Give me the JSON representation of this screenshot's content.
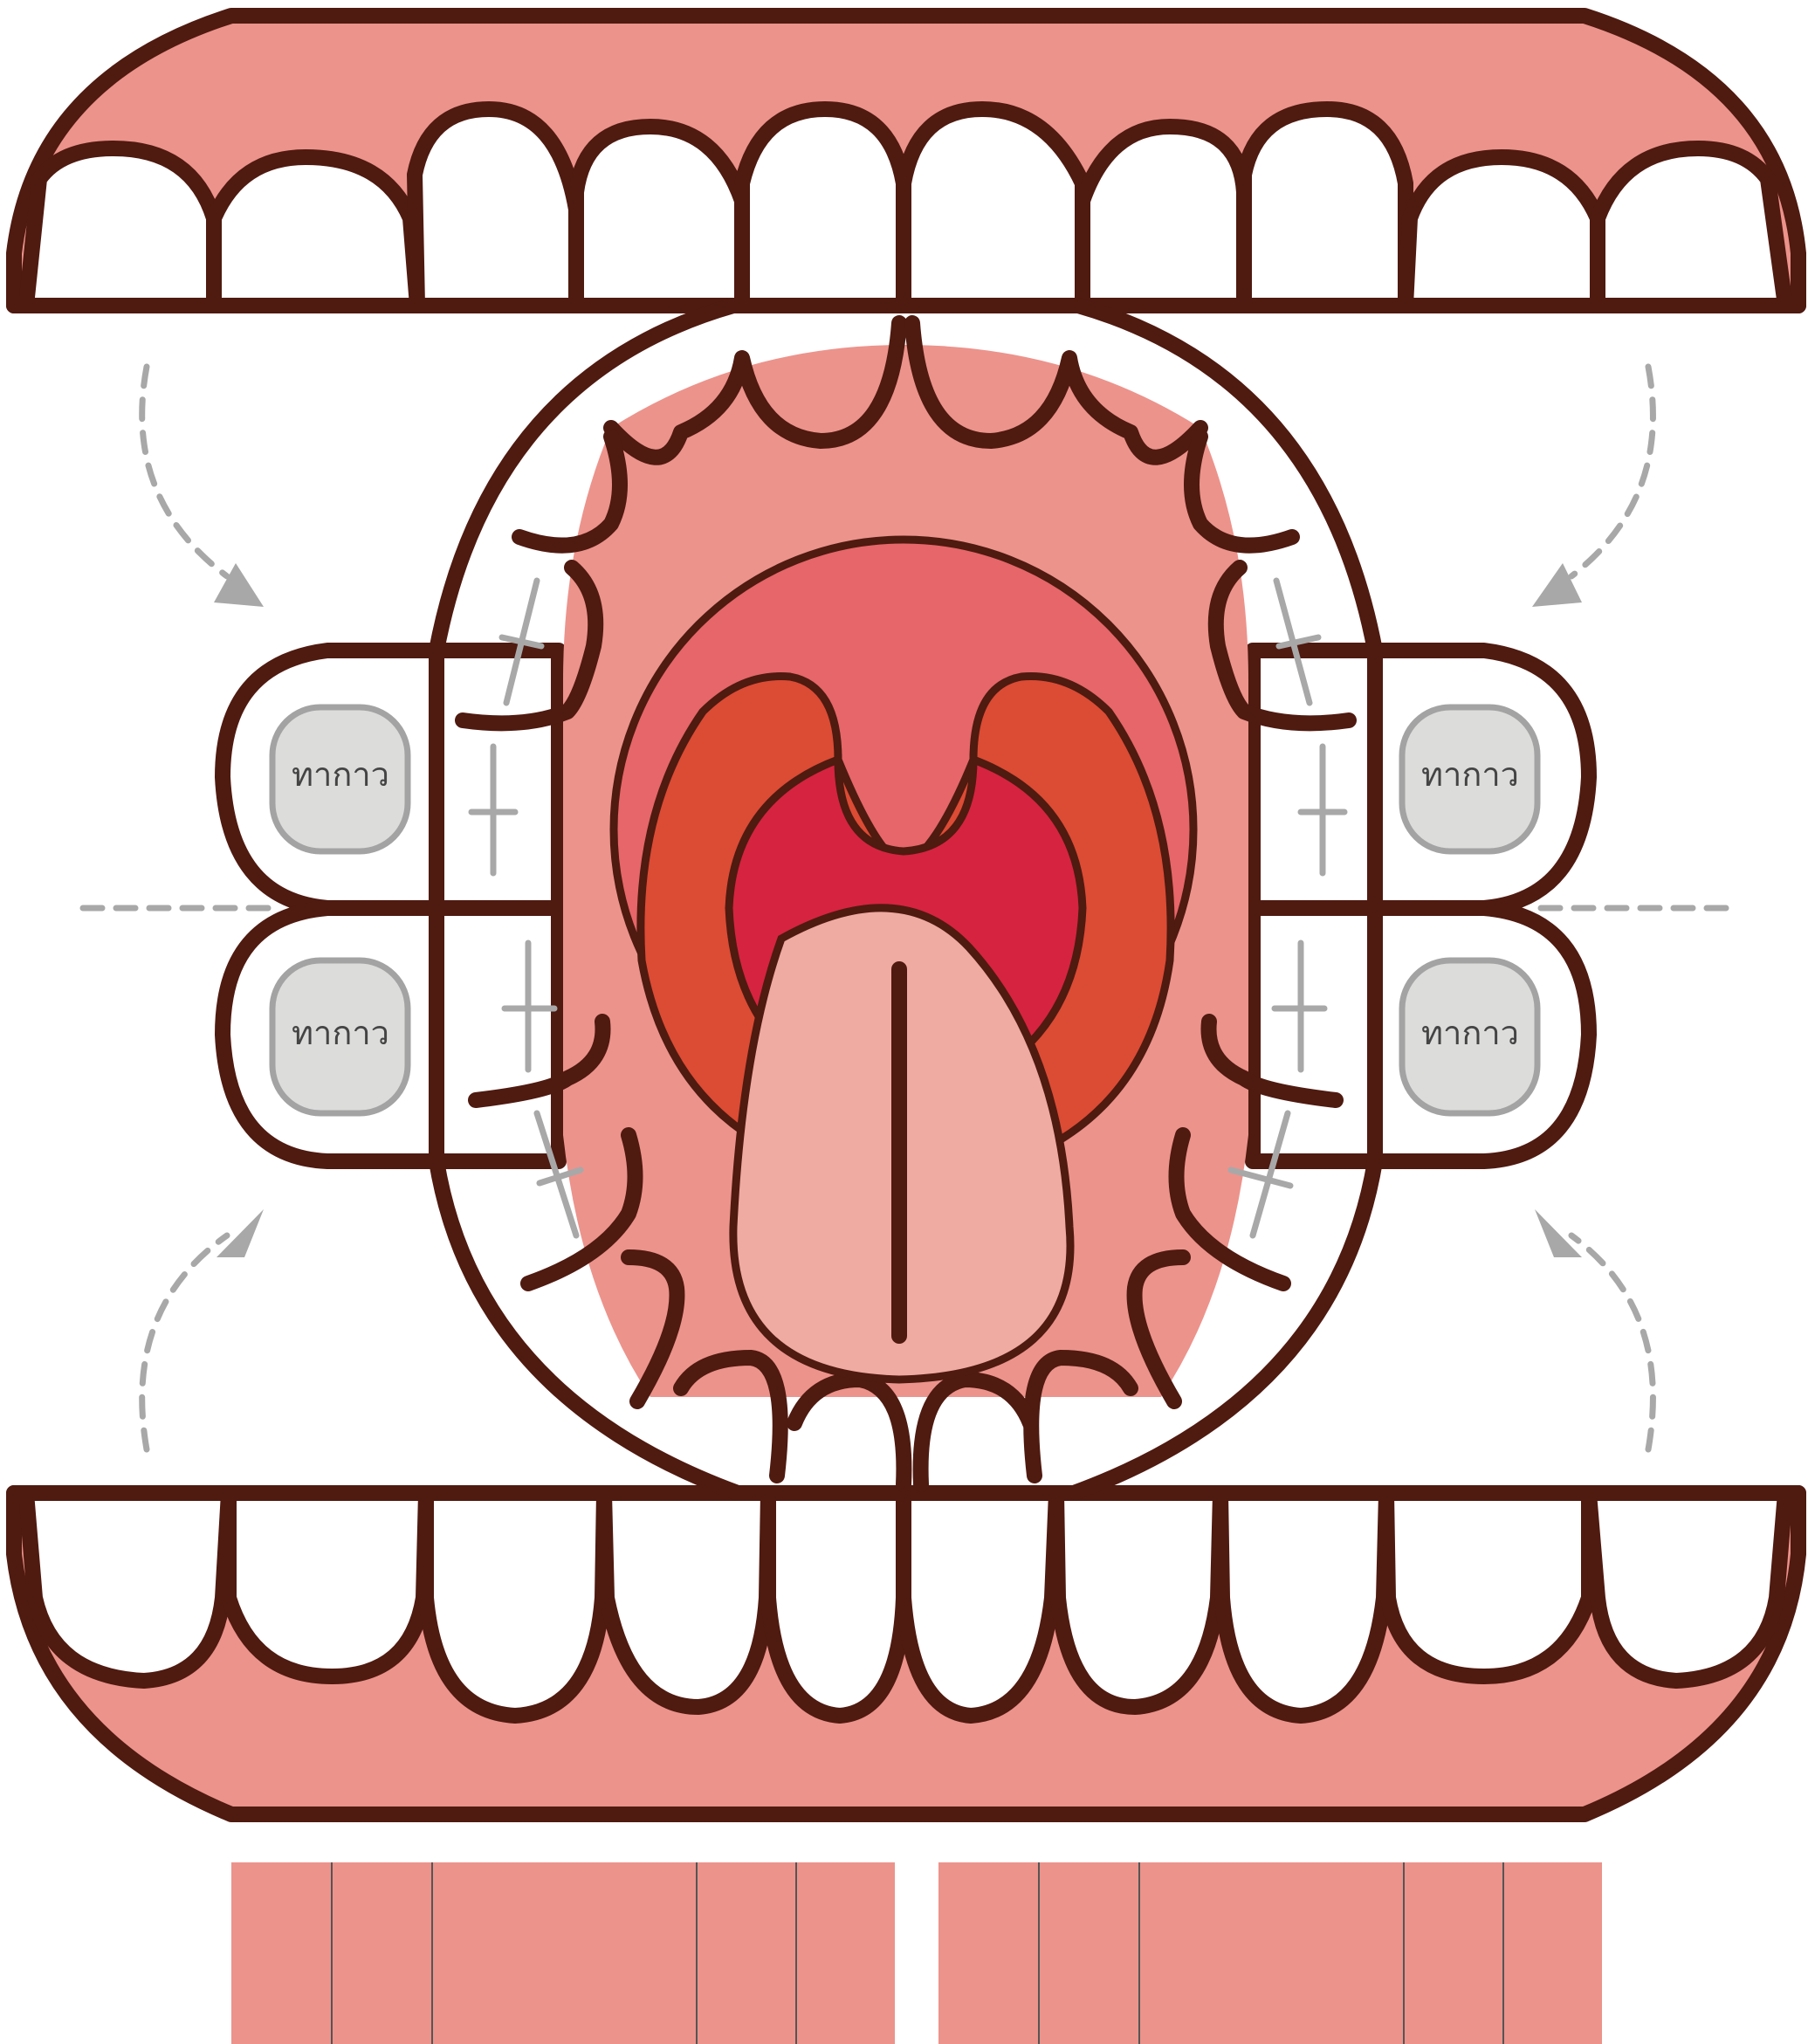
{
  "glue_labels": {
    "top_left": "ทากาว",
    "top_right": "ทากาว",
    "bottom_left": "ทากาว",
    "bottom_right": "ทากาว"
  },
  "colors": {
    "outline": "#4f1a10",
    "gum": "#ec938c",
    "throat": "#e66669",
    "tonsil": "#dc4b34",
    "uvula_area": "#d62340",
    "tongue": "#efaaa2",
    "tooth": "#ffffff",
    "glue_tab": "#dcdcdb",
    "guide_lines": "#a8a8a8"
  },
  "icons": [
    "fold-arrow-icon",
    "fold-line",
    "glue-tab"
  ]
}
